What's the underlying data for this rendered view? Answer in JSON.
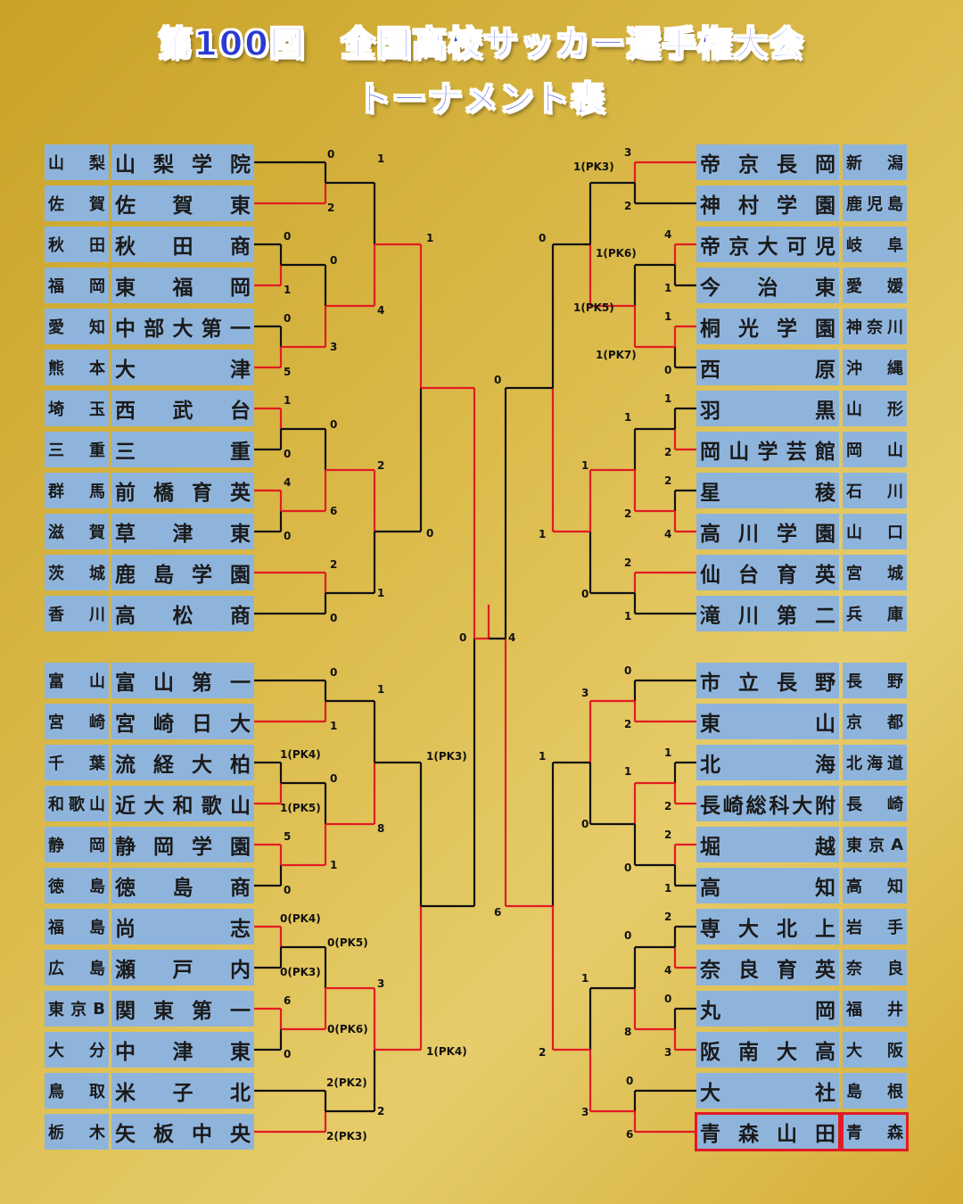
{
  "title_line1": "第100回　全国高校サッカー選手権大会",
  "title_line2": "トーナメント表",
  "colors": {
    "winner_line": "#e21b23",
    "loser_line": "#111111",
    "cell": "#8fb4dc",
    "title": "#2b3bd1"
  },
  "left_teams": [
    {
      "pref": "山梨",
      "school": "山梨学院"
    },
    {
      "pref": "佐賀",
      "school": "佐賀東"
    },
    {
      "pref": "秋田",
      "school": "秋田商"
    },
    {
      "pref": "福岡",
      "school": "東福岡"
    },
    {
      "pref": "愛知",
      "school": "中部大第一"
    },
    {
      "pref": "熊本",
      "school": "大津"
    },
    {
      "pref": "埼玉",
      "school": "西武台"
    },
    {
      "pref": "三重",
      "school": "三重"
    },
    {
      "pref": "群馬",
      "school": "前橋育英"
    },
    {
      "pref": "滋賀",
      "school": "草津東"
    },
    {
      "pref": "茨城",
      "school": "鹿島学園"
    },
    {
      "pref": "香川",
      "school": "高松商"
    },
    {
      "pref": "富山",
      "school": "富山第一"
    },
    {
      "pref": "宮崎",
      "school": "宮崎日大"
    },
    {
      "pref": "千葉",
      "school": "流経大柏"
    },
    {
      "pref": "和歌山",
      "school": "近大和歌山"
    },
    {
      "pref": "静岡",
      "school": "静岡学園"
    },
    {
      "pref": "徳島",
      "school": "徳島商"
    },
    {
      "pref": "福島",
      "school": "尚志"
    },
    {
      "pref": "広島",
      "school": "瀬戸内"
    },
    {
      "pref": "東京B",
      "school": "関東第一"
    },
    {
      "pref": "大分",
      "school": "中津東"
    },
    {
      "pref": "鳥取",
      "school": "米子北"
    },
    {
      "pref": "栃木",
      "school": "矢板中央"
    }
  ],
  "right_teams": [
    {
      "school": "帝京長岡",
      "pref": "新潟"
    },
    {
      "school": "神村学園",
      "pref": "鹿児島"
    },
    {
      "school": "帝京大可児",
      "pref": "岐阜"
    },
    {
      "school": "今治東",
      "pref": "愛媛"
    },
    {
      "school": "桐光学園",
      "pref": "神奈川"
    },
    {
      "school": "西原",
      "pref": "沖縄"
    },
    {
      "school": "羽黒",
      "pref": "山形"
    },
    {
      "school": "岡山学芸館",
      "pref": "岡山"
    },
    {
      "school": "星稜",
      "pref": "石川"
    },
    {
      "school": "高川学園",
      "pref": "山口"
    },
    {
      "school": "仙台育英",
      "pref": "宮城"
    },
    {
      "school": "滝川第二",
      "pref": "兵庫"
    },
    {
      "school": "市立長野",
      "pref": "長野"
    },
    {
      "school": "東山",
      "pref": "京都"
    },
    {
      "school": "北海",
      "pref": "北海道"
    },
    {
      "school": "長崎総科大附",
      "pref": "長崎"
    },
    {
      "school": "堀越",
      "pref": "東京A"
    },
    {
      "school": "高知",
      "pref": "高知"
    },
    {
      "school": "専大北上",
      "pref": "岩手"
    },
    {
      "school": "奈良育英",
      "pref": "奈良"
    },
    {
      "school": "丸岡",
      "pref": "福井"
    },
    {
      "school": "阪南大高",
      "pref": "大阪"
    },
    {
      "school": "大社",
      "pref": "島根"
    },
    {
      "school": "青森山田",
      "pref": "青森"
    }
  ],
  "scores": {
    "left": {
      "r1": [
        "0",
        "2",
        "0",
        "1",
        "0",
        "5",
        "1",
        "0",
        "4",
        "0",
        "2",
        "0",
        "0",
        "1",
        "1(PK4)",
        "1(PK5)",
        "5",
        "0",
        "0(PK4)",
        "0(PK3)",
        "6",
        "0",
        "2(PK2)",
        "2(PK3)"
      ],
      "r2": [
        "0",
        "3",
        "0",
        "6",
        "0",
        "1",
        "0(PK5)",
        "0(PK6)"
      ],
      "qf": [
        "1",
        "4",
        "2",
        "1",
        "1",
        "8",
        "3",
        "2"
      ],
      "sf_in": [
        "1",
        "0",
        "1(PK3)",
        "1(PK4)"
      ],
      "final_in": [
        "0"
      ]
    },
    "right": {
      "r1": [
        "3",
        "2",
        "4",
        "1",
        "1",
        "0",
        "1",
        "2",
        "2",
        "4",
        "2",
        "1",
        "0",
        "2",
        "1",
        "2",
        "2",
        "1",
        "2",
        "4",
        "0",
        "3",
        "0",
        "6"
      ],
      "r2": [
        "1(PK6)",
        "1(PK7)",
        "1",
        "2",
        "1",
        "0",
        "0",
        "8"
      ],
      "qf": [
        "1(PK3)",
        "1(PK5)",
        "1",
        "0",
        "3",
        "0",
        "1",
        "3"
      ],
      "sf_in": [
        "0",
        "1",
        "1",
        "2"
      ],
      "final_in": [
        "6"
      ]
    },
    "semi_left": "0",
    "semi_right": "0",
    "final": "4"
  }
}
